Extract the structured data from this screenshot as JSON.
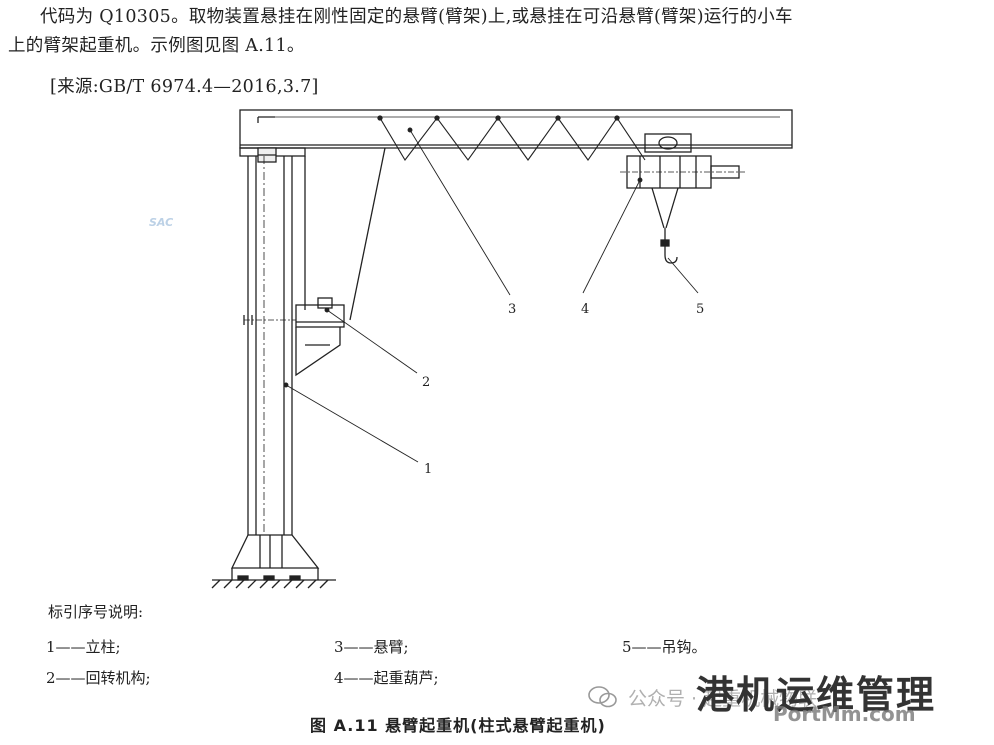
{
  "definition": {
    "line1": "代码为 Q10305。取物装置悬挂在刚性固定的悬臂(臂架)上,或悬挂在可沿悬臂(臂架)运行的小车",
    "line2": "上的臂架起重机。示例图见图 A.11。",
    "source": "[来源:GB/T 6974.4—2016,3.7]"
  },
  "figure": {
    "callouts": [
      "1",
      "2",
      "3",
      "4",
      "5"
    ]
  },
  "legend": {
    "heading": "标引序号说明:",
    "items": [
      "1——立柱;",
      "2——回转机构;",
      "3——悬臂;",
      "4——起重葫芦;",
      "5——吊钩。"
    ]
  },
  "caption": "图 A.11 悬臂起重机(柱式悬臂起重机)",
  "watermark": {
    "account": "公众号 · 起重机械物联",
    "brand": "港机运维管理",
    "url": "PortMm.com",
    "small_logo": "SAC"
  },
  "colors": {
    "ink": "#222222",
    "watermark": "#333333"
  }
}
